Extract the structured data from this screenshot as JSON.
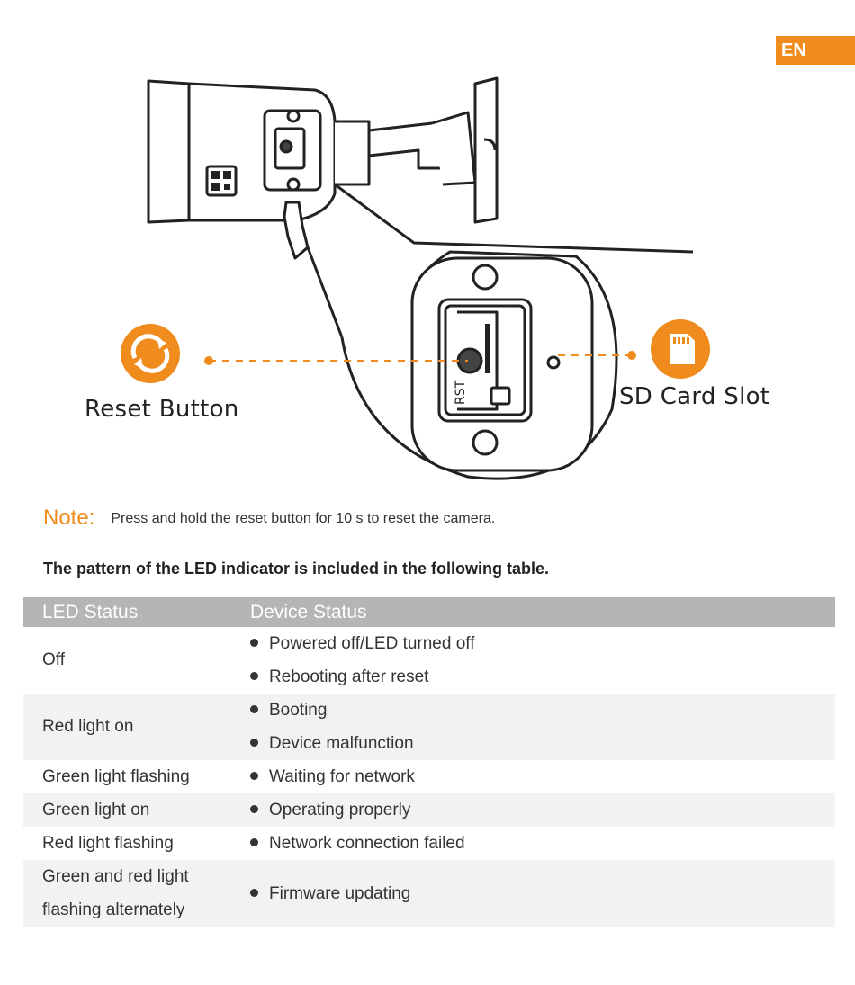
{
  "language_badge": "EN",
  "callouts": {
    "reset_label": "Reset Button",
    "sd_label": "SD Card Slot",
    "rst_marking": "RST",
    "accent_color": "#f08c1e"
  },
  "note": {
    "label": "Note:",
    "text": "Press and hold the reset button for 10 s to reset the camera."
  },
  "intro": "The pattern of the LED indicator is included in the following table.",
  "table": {
    "headers": [
      "LED Status",
      "Device Status"
    ],
    "rows": [
      {
        "led": "Off",
        "device": [
          "Powered off/LED turned off",
          "Rebooting after reset"
        ]
      },
      {
        "led": "Red light on",
        "device": [
          "Booting",
          "Device malfunction"
        ]
      },
      {
        "led": "Green light flashing",
        "device": [
          "Waiting for network"
        ]
      },
      {
        "led": "Green light on",
        "device": [
          "Operating properly"
        ]
      },
      {
        "led": "Red light flashing",
        "device": [
          "Network connection failed"
        ]
      },
      {
        "led": "Green and red light flashing alternately",
        "device": [
          "Firmware updating"
        ]
      }
    ]
  },
  "colors": {
    "accent": "#f08c1e",
    "header_bg": "#b5b5b5",
    "row_shade": "#f2f2f2"
  }
}
